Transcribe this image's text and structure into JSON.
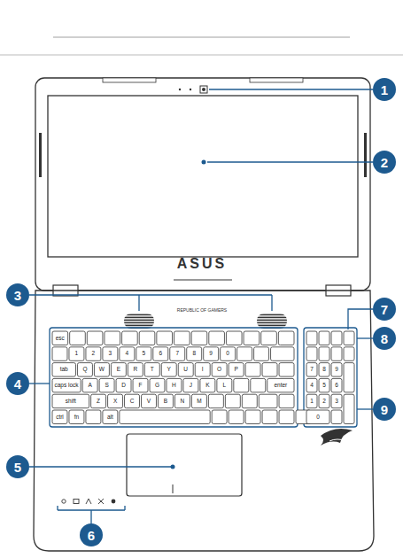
{
  "diagram": {
    "nodes": [
      {
        "text": [
          "1"
        ]
      },
      {
        "text": [
          "2"
        ]
      },
      {
        "text": [
          "3"
        ]
      },
      {
        "text": [
          "4"
        ]
      },
      {
        "text": [
          "5"
        ]
      },
      {
        "text": [
          "6"
        ]
      },
      {
        "text": [
          "7"
        ]
      },
      {
        "text": [
          "8"
        ]
      },
      {
        "text": [
          "9"
        ]
      }
    ],
    "labels": [
      "ASUS",
      "REPUBLIC OF GAMERS",
      "esc",
      "1",
      "2",
      "3",
      "4",
      "5",
      "6",
      "7",
      "8",
      "9",
      "0",
      "tab",
      "Q",
      "W",
      "E",
      "R",
      "T",
      "Y",
      "U",
      "I",
      "O",
      "P",
      "caps lock",
      "A",
      "S",
      "D",
      "F",
      "G",
      "H",
      "J",
      "K",
      "L",
      "enter",
      "shift",
      "Z",
      "X",
      "C",
      "V",
      "B",
      "N",
      "M",
      "ctrl",
      "fn",
      "alt",
      "7",
      "8",
      "9",
      "4",
      "5",
      "6",
      "1",
      "2",
      "3",
      "0"
    ]
  }
}
